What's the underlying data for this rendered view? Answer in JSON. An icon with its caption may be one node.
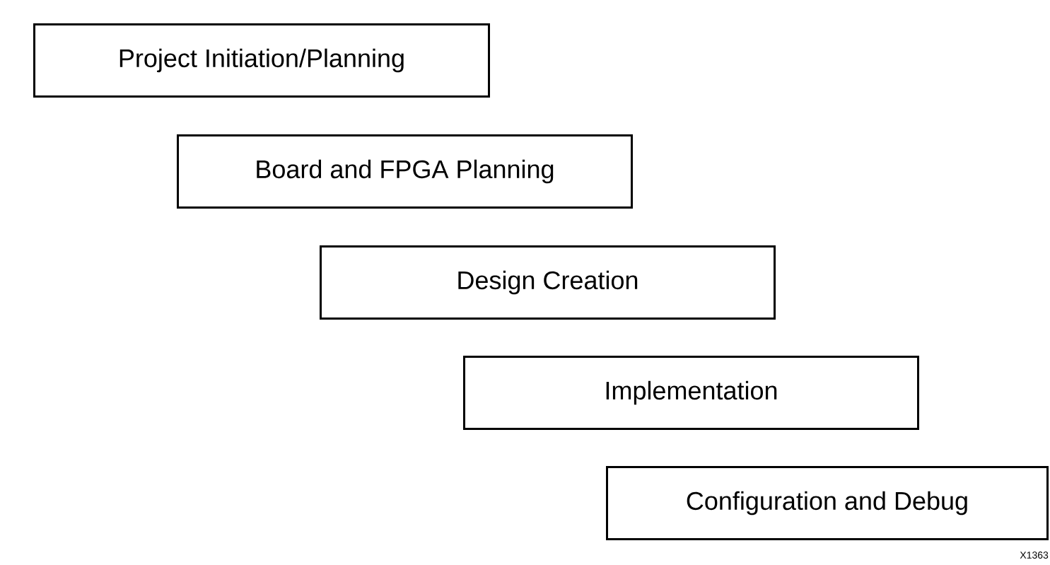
{
  "diagram": {
    "nodes": [
      {
        "text": [
          "Project Initiation/Planning"
        ]
      },
      {
        "text": [
          "Board and FPGA Planning"
        ]
      },
      {
        "text": [
          "Design Creation"
        ]
      },
      {
        "text": [
          "Implementation"
        ]
      },
      {
        "text": [
          "Configuration and Debug"
        ]
      }
    ],
    "labels": [
      "X1363"
    ]
  }
}
